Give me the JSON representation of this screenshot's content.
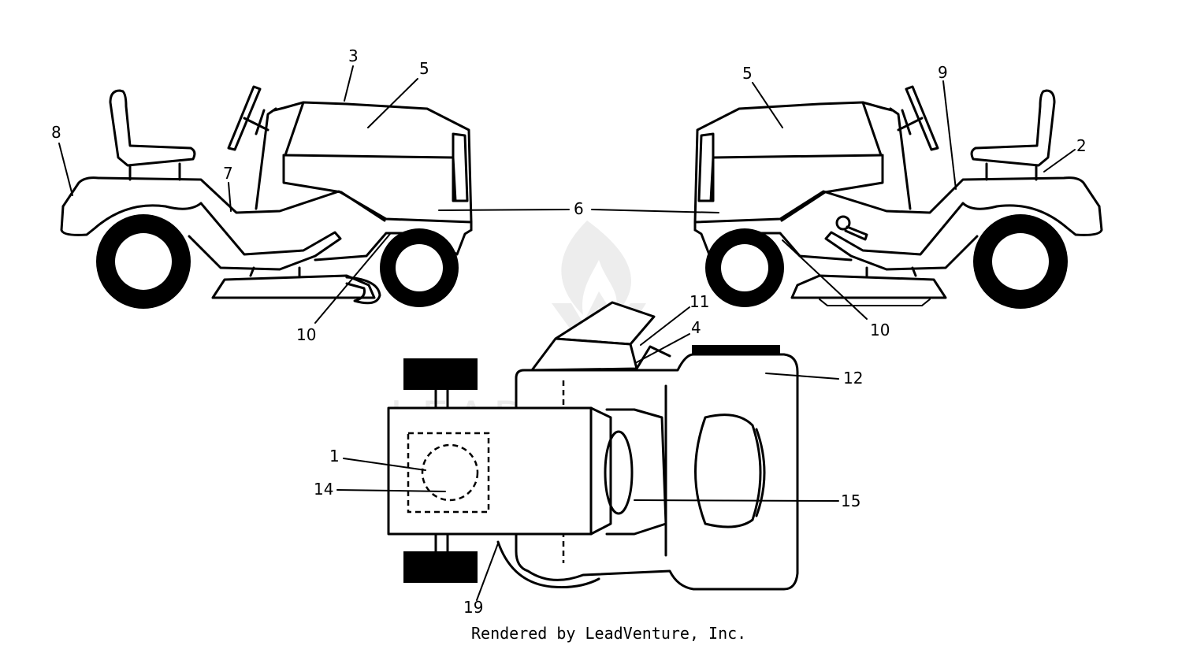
{
  "callouts": {
    "left_view": [
      "3",
      "5",
      "8",
      "7",
      "10"
    ],
    "right_view": [
      "5",
      "9",
      "2",
      "10"
    ],
    "shared": "6",
    "top_view": [
      "11",
      "4",
      "12",
      "1",
      "14",
      "15",
      "19"
    ]
  },
  "watermark": "LEADVENTURE",
  "footer": "Rendered by LeadVenture, Inc."
}
